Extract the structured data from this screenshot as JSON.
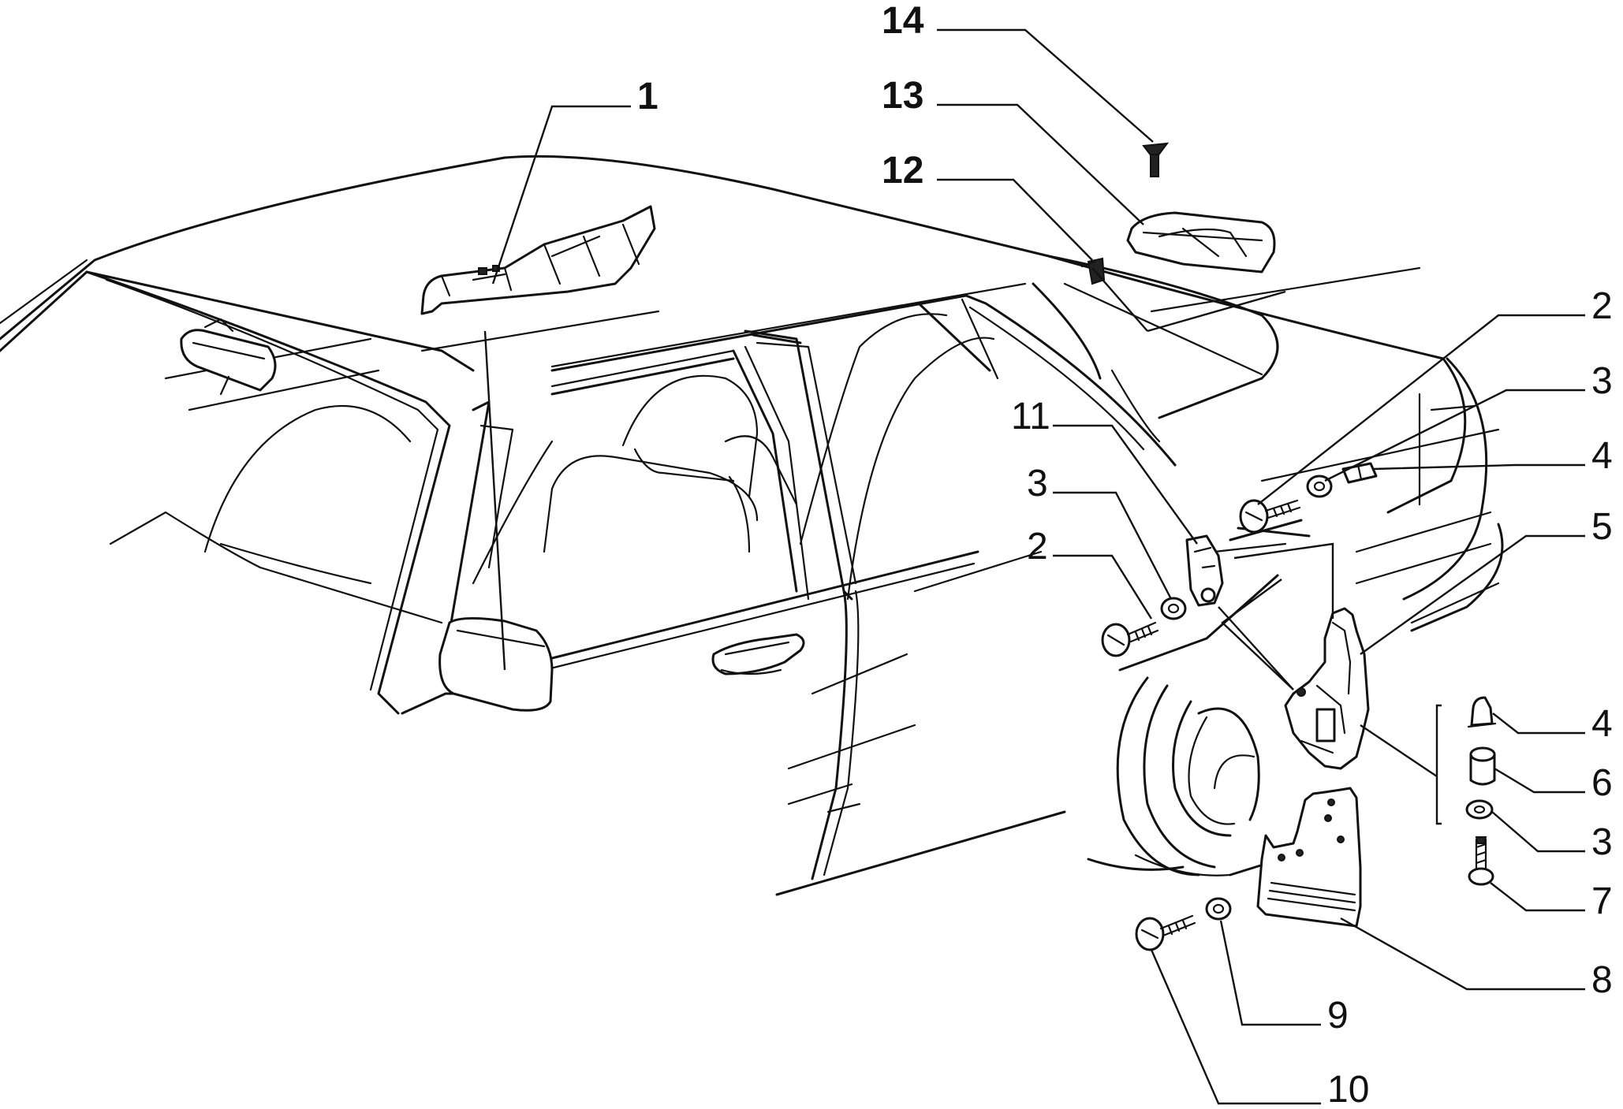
{
  "callouts": {
    "c1": "1",
    "c2_right": "2",
    "c3_right": "3",
    "c4_right": "4",
    "c5": "5",
    "c4_lower": "4",
    "c6": "6",
    "c3_lower": "3",
    "c7": "7",
    "c8": "8",
    "c9": "9",
    "c10": "10",
    "c11": "11",
    "c3_left": "3",
    "c2_left": "2",
    "c12": "12",
    "c13": "13",
    "c14": "14"
  }
}
